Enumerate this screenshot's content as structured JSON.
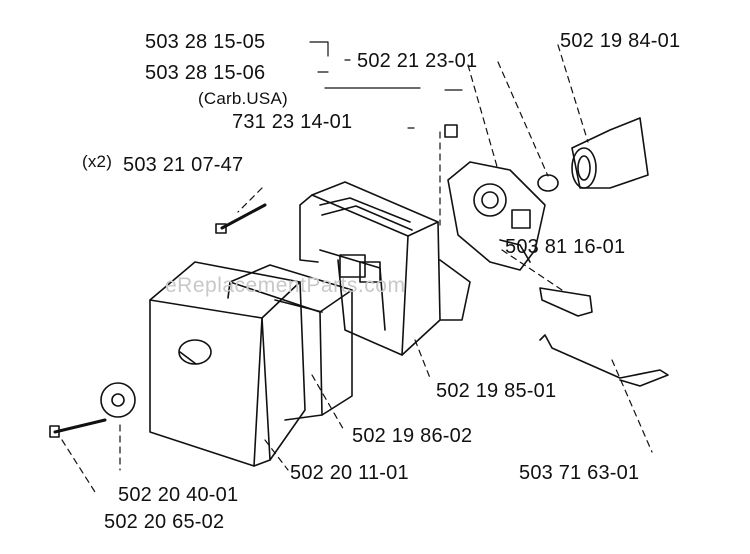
{
  "watermark": "eReplacementParts.com",
  "labels": {
    "p503281505": "503 28 15-05",
    "p503281506": "503 28 15-06",
    "carb_usa": "(Carb.USA)",
    "p502212301": "502 21 23-01",
    "p502198401": "502 19 84-01",
    "p731231401": "731 23 14-01",
    "qty_x2": "(x2)",
    "p503210747": "503 21 07-47",
    "p503811601": "503 81 16-01",
    "p502198501": "502 19 85-01",
    "p502198602": "502 19 86-02",
    "p502201101": "502 20 11-01",
    "p503716301": "503 71 63-01",
    "p502204001": "502 20 40-01",
    "p502206502": "502 20 65-02"
  }
}
